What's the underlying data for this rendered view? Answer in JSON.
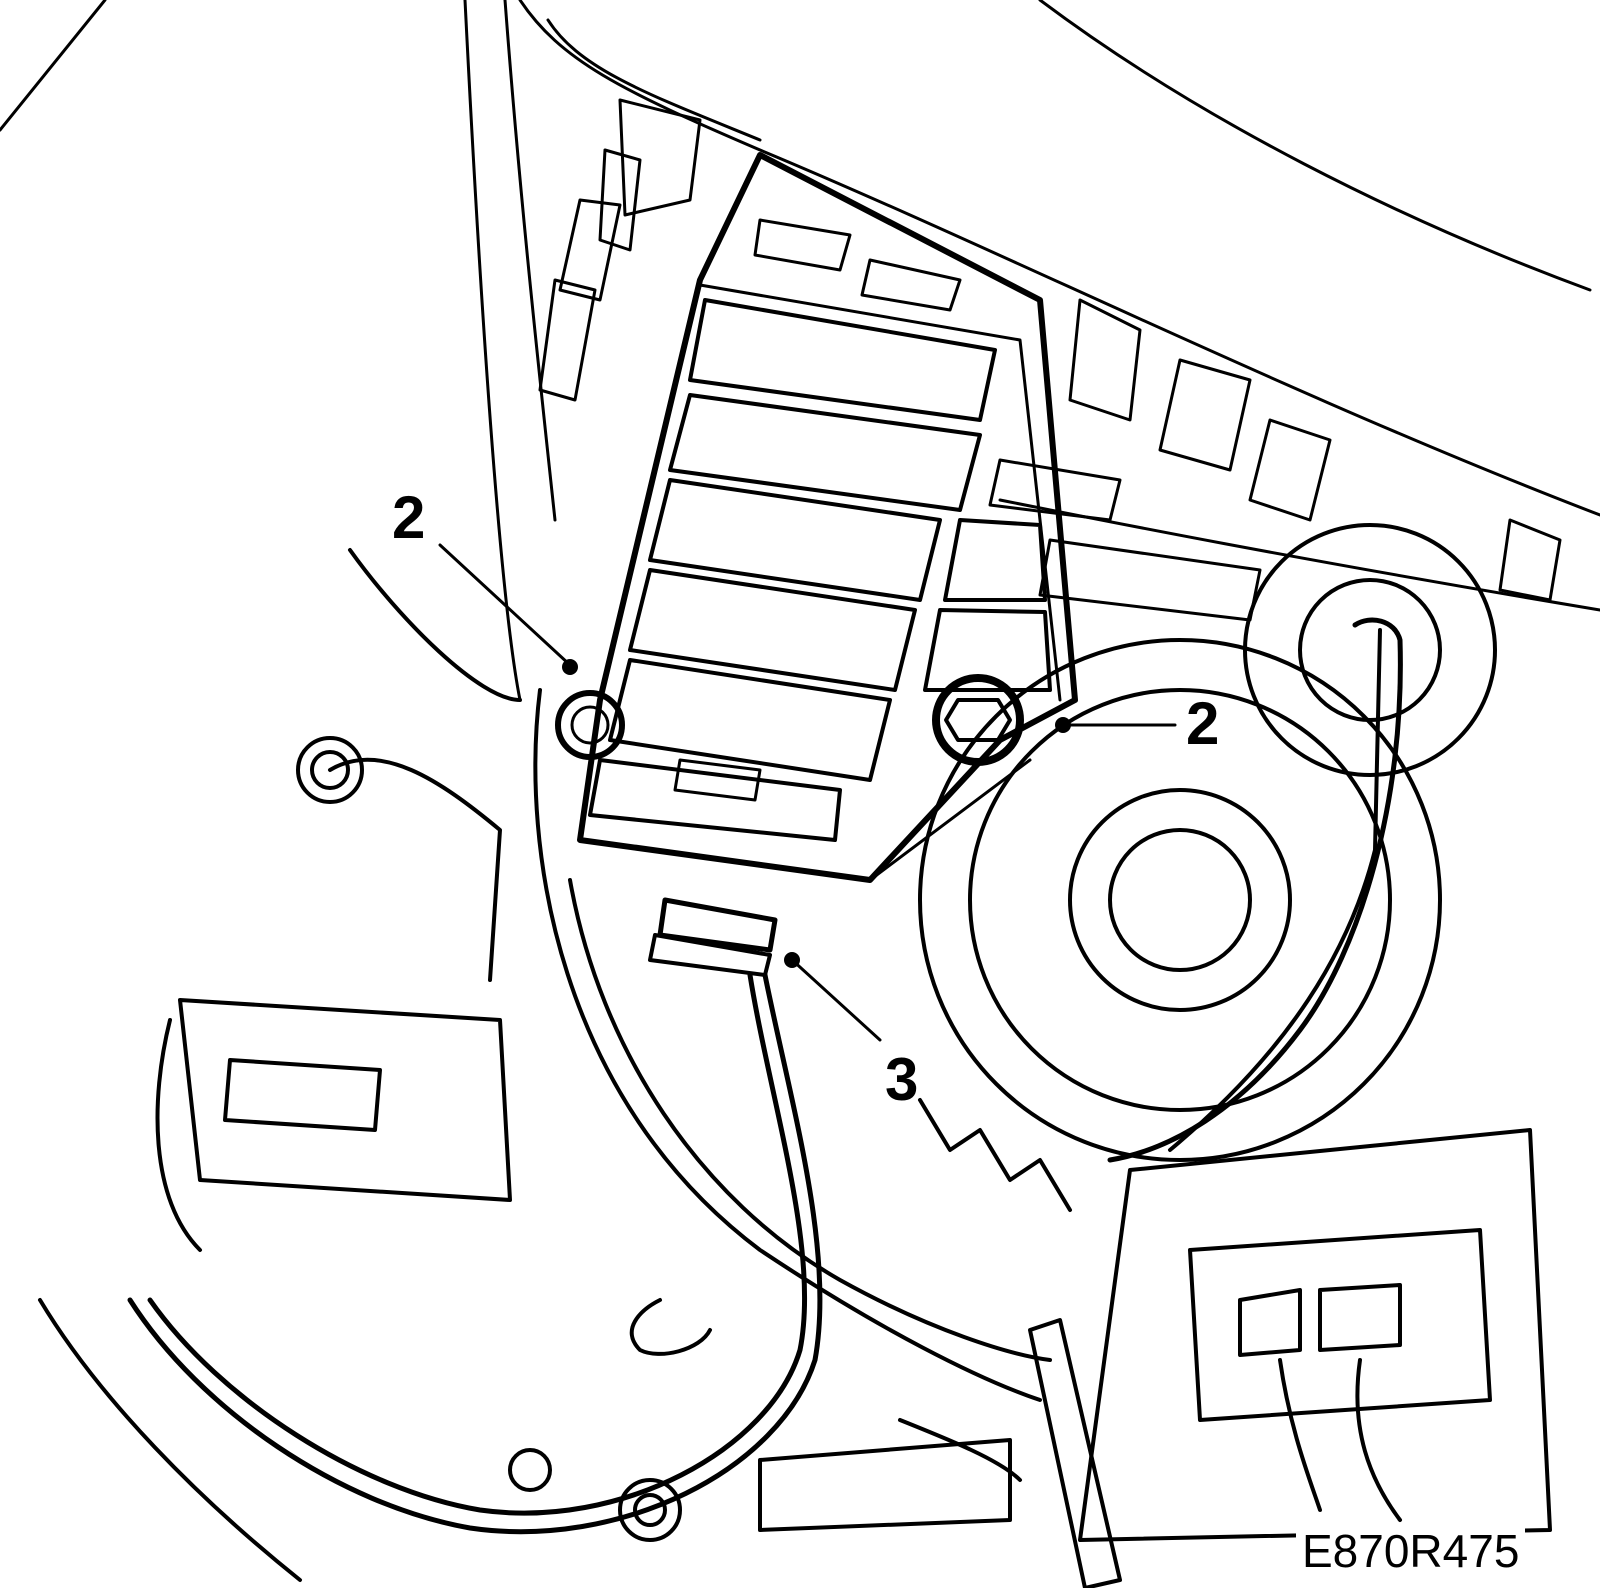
{
  "callouts": {
    "left_bolt": "2",
    "right_bolt": "2",
    "connector": "3"
  },
  "figure_code": "E870R475",
  "colors": {
    "ink": "#000000",
    "paper": "#ffffff"
  }
}
